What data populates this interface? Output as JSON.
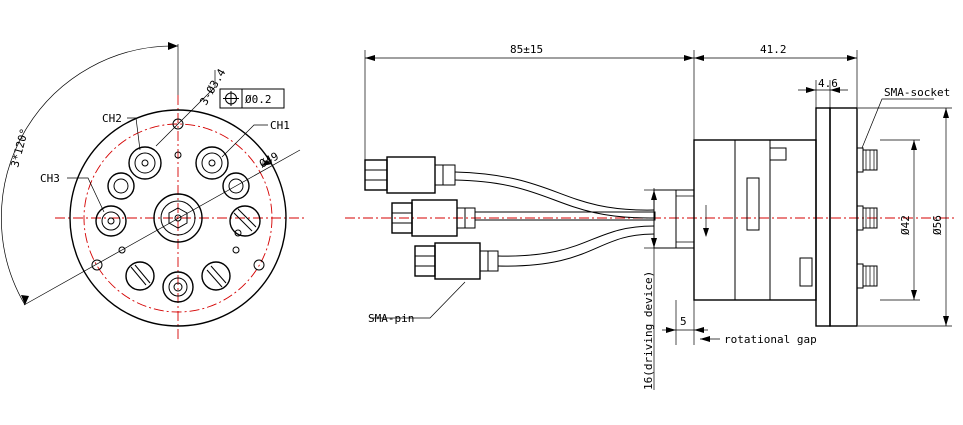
{
  "front_view": {
    "label_ch1": "CH1",
    "label_ch2": "CH2",
    "label_ch3": "CH3",
    "label_holes": "3-Ø3.4",
    "label_tolerance_value": "Ø0.2",
    "label_angle": "3*120°",
    "label_diameter": "Ø49"
  },
  "side_view": {
    "dim_cable_length": "85±15",
    "dim_body_length": "41.2",
    "dim_flange": "4.6",
    "dim_rotational": "5",
    "dim_driving": "16(driving device)",
    "dim_inner_dia": "Ø42",
    "dim_outer_dia": "Ø56",
    "label_socket": "SMA-socket",
    "label_pin": "SMA-pin",
    "label_gap": "rotational gap"
  },
  "colors": {
    "line": "#000000",
    "centerline": "#d40000",
    "background": "#ffffff"
  }
}
